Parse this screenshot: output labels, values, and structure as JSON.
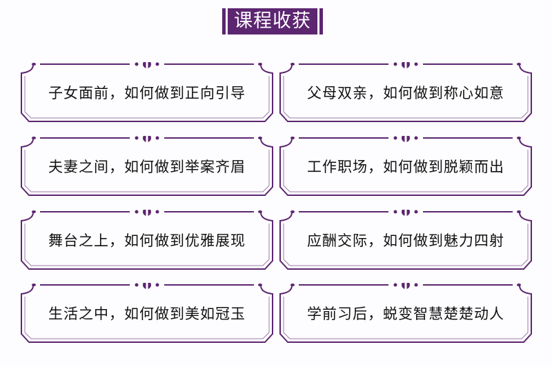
{
  "title": "课程收获",
  "accent_color": "#5c2670",
  "items": [
    "子女面前，如何做到正向引导",
    "父母双亲，如何做到称心如意",
    "夫妻之间，如何做到举案齐眉",
    "工作职场，如何做到脱颖而出",
    "舞台之上，如何做到优雅展现",
    "应酬交际，如何做到魅力四射",
    "生活之中，如何做到美如冠玉",
    "学前习后，蜕变智慧楚楚动人"
  ]
}
